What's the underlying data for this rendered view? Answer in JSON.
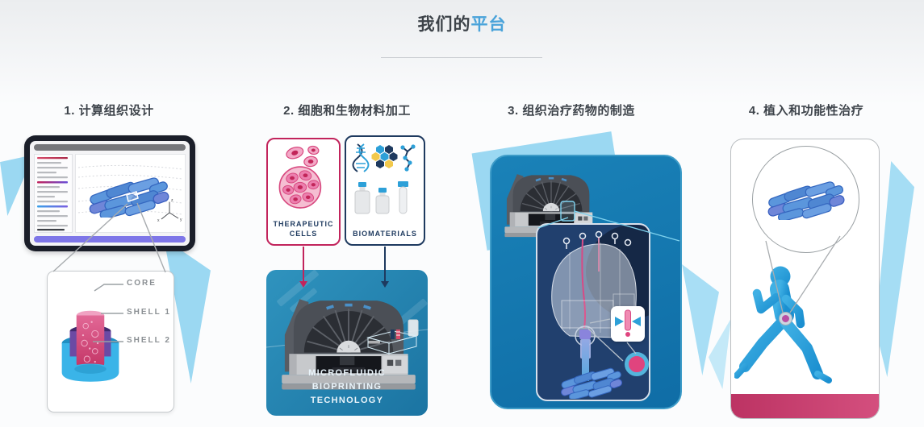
{
  "header": {
    "title_prefix": "我们的",
    "title_accent": "平台"
  },
  "steps": [
    {
      "label": "1. 计算组织设计"
    },
    {
      "label": "2. 细胞和生物材料加工"
    },
    {
      "label": "3. 组织治疗药物的制造"
    },
    {
      "label": "4. 植入和功能性治疗"
    }
  ],
  "tissue_design": {
    "callout_labels": [
      "CORE",
      "SHELL 1",
      "SHELL 2"
    ]
  },
  "processing": {
    "cells_label": "THERAPEUTIC CELLS",
    "biomaterials_label": "BIOMATERIALS",
    "caption": "MICROFLUIDIC BIOPRINTING TECHNOLOGY"
  },
  "illustrations": [
    "tablet-3d-tissue-design",
    "core-shell-cylinder",
    "therapeutic-cells",
    "biomaterials-icons",
    "bioprinter-machine",
    "printhead-detail",
    "nozzle-cross-section",
    "printed-tissue",
    "runner-silhouette"
  ],
  "colors": {
    "accent_blue": "#4aa3da",
    "pink": "#c2245c",
    "navy": "#1e3a5f",
    "box_blue": "#1f7fad",
    "light_blue": "#9bd8f2",
    "runner_blue": "#2aa3dc",
    "strip_pink": "#c43a6c",
    "purple_bar": "#7e76e8"
  }
}
